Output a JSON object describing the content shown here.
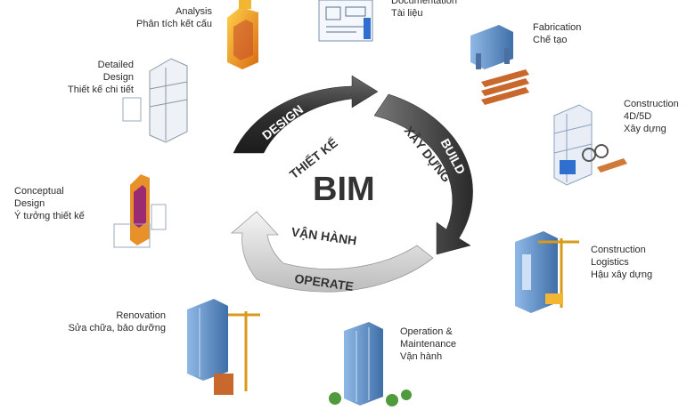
{
  "center": {
    "bim": "BIM",
    "arcs": [
      {
        "en": "DESIGN",
        "vi": "THIẾT KẾ"
      },
      {
        "en": "BUILD",
        "vi": "XÂY DỰNG"
      },
      {
        "en": "OPERATE",
        "vi": "VẬN HÀNH"
      }
    ]
  },
  "stages": [
    {
      "id": "analysis",
      "en": "Analysis",
      "vi": "Phân tích kết cấu"
    },
    {
      "id": "documentation",
      "en": "Documentation",
      "vi": "Tài liệu"
    },
    {
      "id": "fabrication",
      "en": "Fabrication",
      "vi": "Chế tạo"
    },
    {
      "id": "construction",
      "en": "Construction\n4D/5D",
      "vi": "Xây dựng"
    },
    {
      "id": "logistics",
      "en": "Construction\nLogistics",
      "vi": "Hậu xây dựng"
    },
    {
      "id": "operation",
      "en": "Operation &\nMaintenance",
      "vi": "Vận hành"
    },
    {
      "id": "renovation",
      "en": "Renovation",
      "vi": "Sửa chữa, bảo dưỡng"
    },
    {
      "id": "conceptual",
      "en": "Conceptual\nDesign",
      "vi": "Ý tưởng thiết kế"
    },
    {
      "id": "detailed",
      "en": "Detailed\nDesign",
      "vi": "Thiết kế chi tiết"
    }
  ],
  "colors": {
    "design_arc": "#3b3b3b",
    "build_arc": "#4a4a4a",
    "operate_arc": "#dcdcdc",
    "building_blue": "#5b8fc9",
    "building_orange": "#e8902a"
  }
}
